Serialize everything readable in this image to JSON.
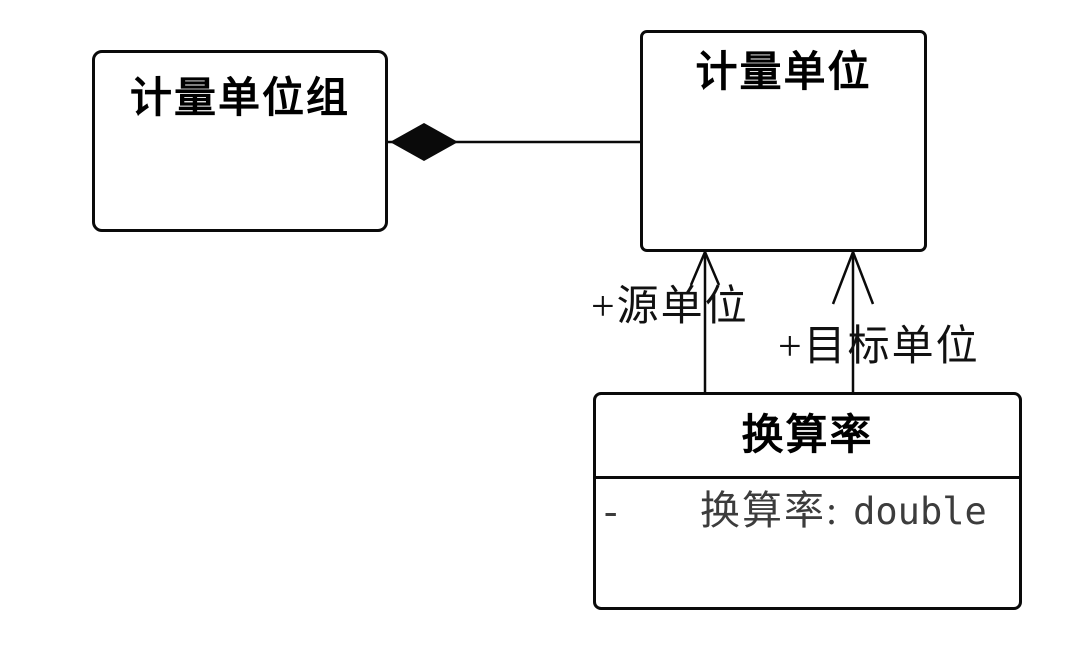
{
  "classes": {
    "unit_group": {
      "name": "计量单位组"
    },
    "unit": {
      "name": "计量单位"
    },
    "conversion_rate": {
      "name": "换算率",
      "attributes": [
        {
          "visibility": "-",
          "label": "换算率:",
          "type": "double"
        }
      ]
    }
  },
  "associations": {
    "source_unit": {
      "label": "+源单位"
    },
    "target_unit": {
      "label": "+目标单位"
    }
  },
  "colors": {
    "line": "#0a0a0a",
    "background": "#ffffff",
    "title_text": "#000000",
    "attribute_text": "#3c3c3c"
  }
}
